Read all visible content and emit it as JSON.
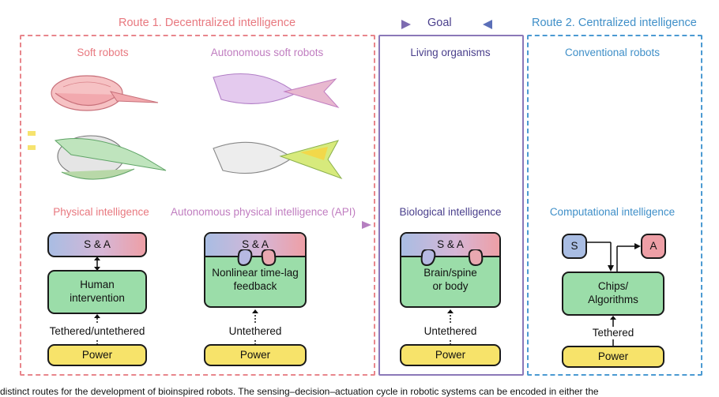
{
  "header": {
    "route1": "Route 1. Decentralized intelligence",
    "goal": "Goal",
    "route2": "Route 2. Centralized intelligence"
  },
  "columns": {
    "soft_robots": "Soft robots",
    "autonomous_soft_robots": "Autonomous soft robots",
    "living_organisms": "Living organisms",
    "conventional_robots": "Conventional robots"
  },
  "intelligence": {
    "physical": "Physical intelligence",
    "api": "Autonomous physical intelligence (API)",
    "biological": "Biological intelligence",
    "computational": "Computational intelligence"
  },
  "diagrams": {
    "physical": {
      "sa": "S & A",
      "core_line1": "Human",
      "core_line2": "intervention",
      "connection": "Tethered/untethered",
      "power": "Power"
    },
    "api": {
      "sa": "S & A",
      "core_line1": "Nonlinear time-lag",
      "core_line2": "feedback",
      "connection": "Untethered",
      "power": "Power"
    },
    "biological": {
      "sa": "S & A",
      "core_line1": "Brain/spine",
      "core_line2": "or body",
      "connection": "Untethered",
      "power": "Power"
    },
    "computational": {
      "s": "S",
      "a": "A",
      "core_line1": "Chips/",
      "core_line2": "Algorithms",
      "connection": "Tethered",
      "power": "Power"
    }
  },
  "caption": "distinct routes for the development of bioinspired robots. The sensing–decision–actuation cycle in robotic systems can be encoded in either the"
}
